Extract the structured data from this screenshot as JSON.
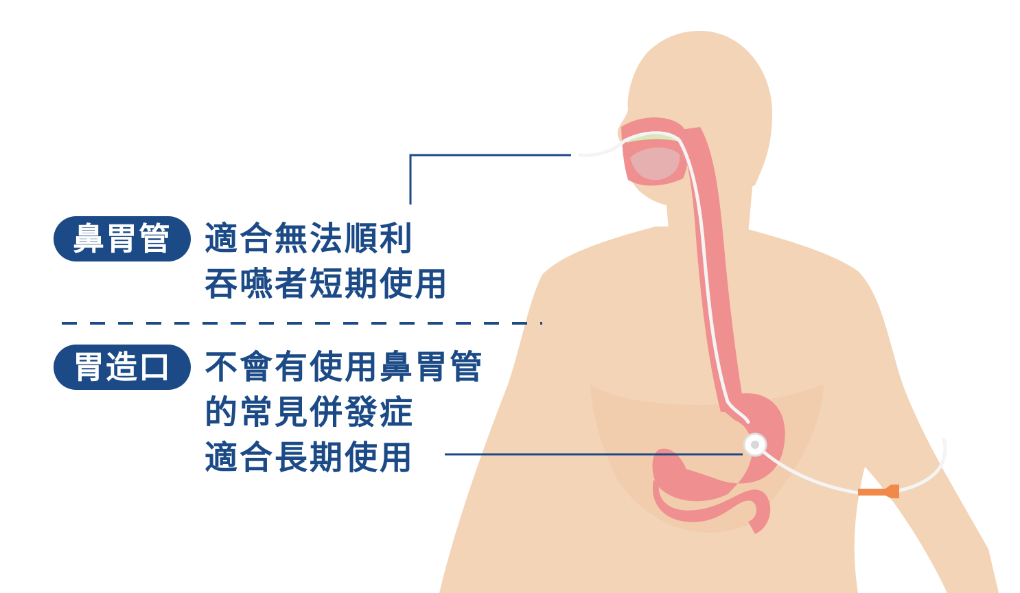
{
  "colors": {
    "accent": "#1b4a86",
    "skin": "#f3d4b7",
    "skin_shadow": "#efc6a6",
    "organ": "#ef8f8f",
    "tube": "#f4f4f4",
    "connector": "#f08a4b",
    "leader_line": "#1b4a86"
  },
  "nasogastric": {
    "label": "鼻胃管",
    "lines": [
      "適合無法順利",
      "吞嚥者短期使用"
    ]
  },
  "gastrostomy": {
    "label": "胃造口",
    "lines": [
      "不會有使用鼻胃管",
      "的常見併發症",
      "適合長期使用"
    ]
  }
}
